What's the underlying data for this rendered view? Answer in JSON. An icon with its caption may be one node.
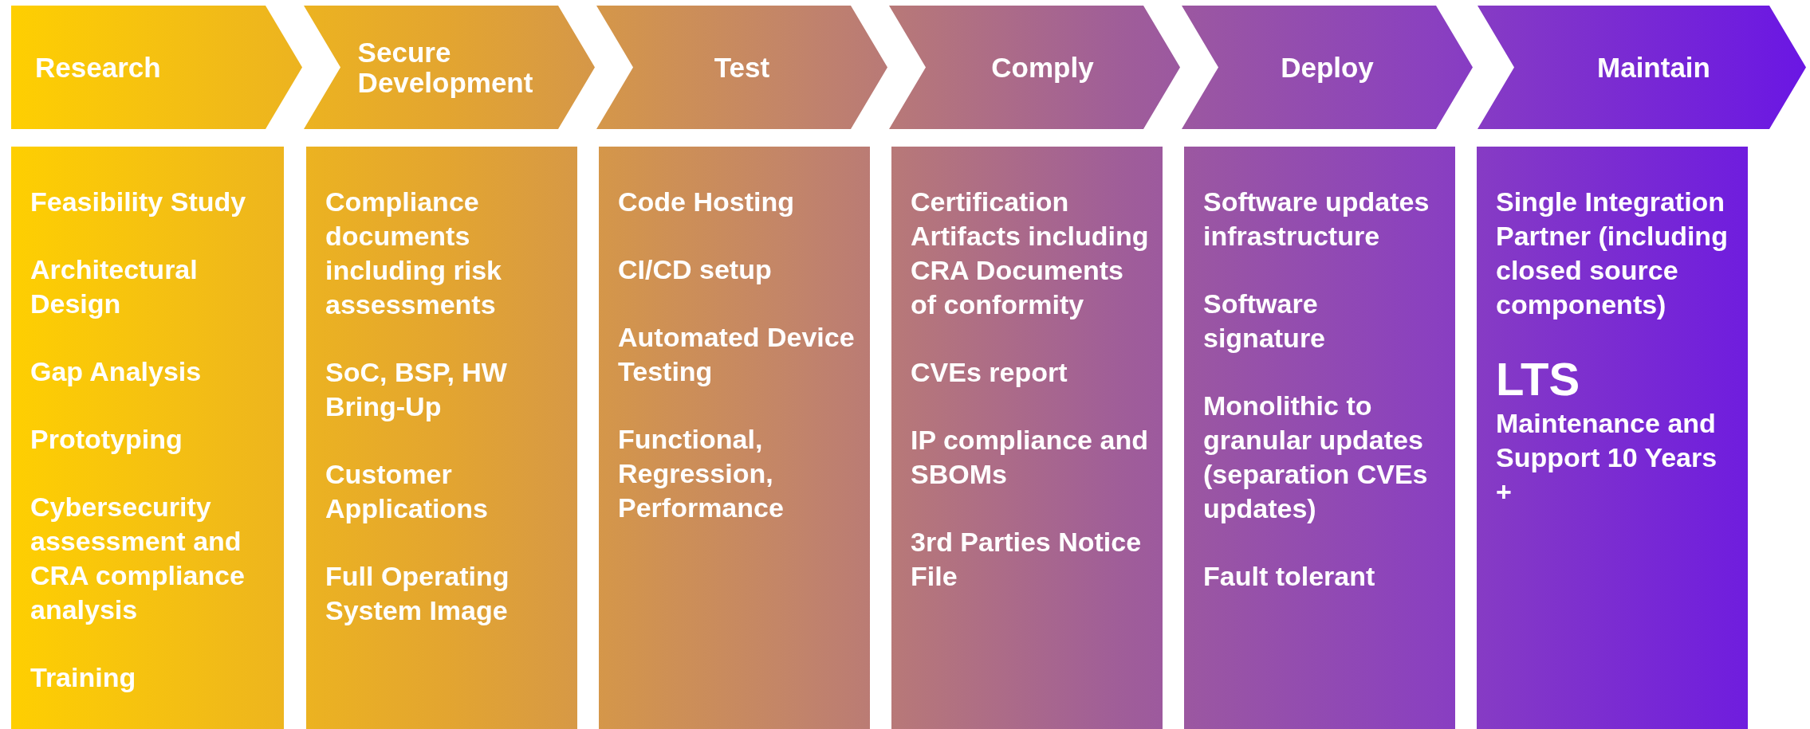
{
  "diagram": {
    "nodes": [
      {
        "text": [
          "Research"
        ]
      },
      {
        "text": [
          "Secure Development"
        ]
      },
      {
        "text": [
          "Test"
        ]
      },
      {
        "text": [
          "Comply"
        ]
      },
      {
        "text": [
          "Deploy"
        ]
      },
      {
        "text": [
          "Maintain"
        ]
      },
      {
        "text": [
          "Feasibility Study",
          "Architectural Design",
          "Gap Analysis",
          "Prototyping",
          "Cybersecurity assessment and CRA compliance analysis",
          "Training"
        ]
      },
      {
        "text": [
          "Compliance documents including risk assessments",
          "SoC, BSP, HW Bring-Up",
          "Customer Applications",
          "Full Operating System Image"
        ]
      },
      {
        "text": [
          "Code Hosting",
          "CI/CD setup",
          "Automated Device Testing",
          "Functional, Regression, Performance"
        ]
      },
      {
        "text": [
          "Certification Artifacts including CRA Documents of conformity",
          "CVEs report",
          "IP compliance and SBOMs",
          "3rd Parties Notice File"
        ]
      },
      {
        "text": [
          "Software updates infrastructure",
          "Software signature",
          "Monolithic to granular updates (separation CVEs updates)",
          "Fault tolerant"
        ]
      },
      {
        "text": [
          "Single Integration Partner (including closed source components)",
          "LTS",
          "Maintenance and Support 10 Years +"
        ]
      }
    ]
  }
}
